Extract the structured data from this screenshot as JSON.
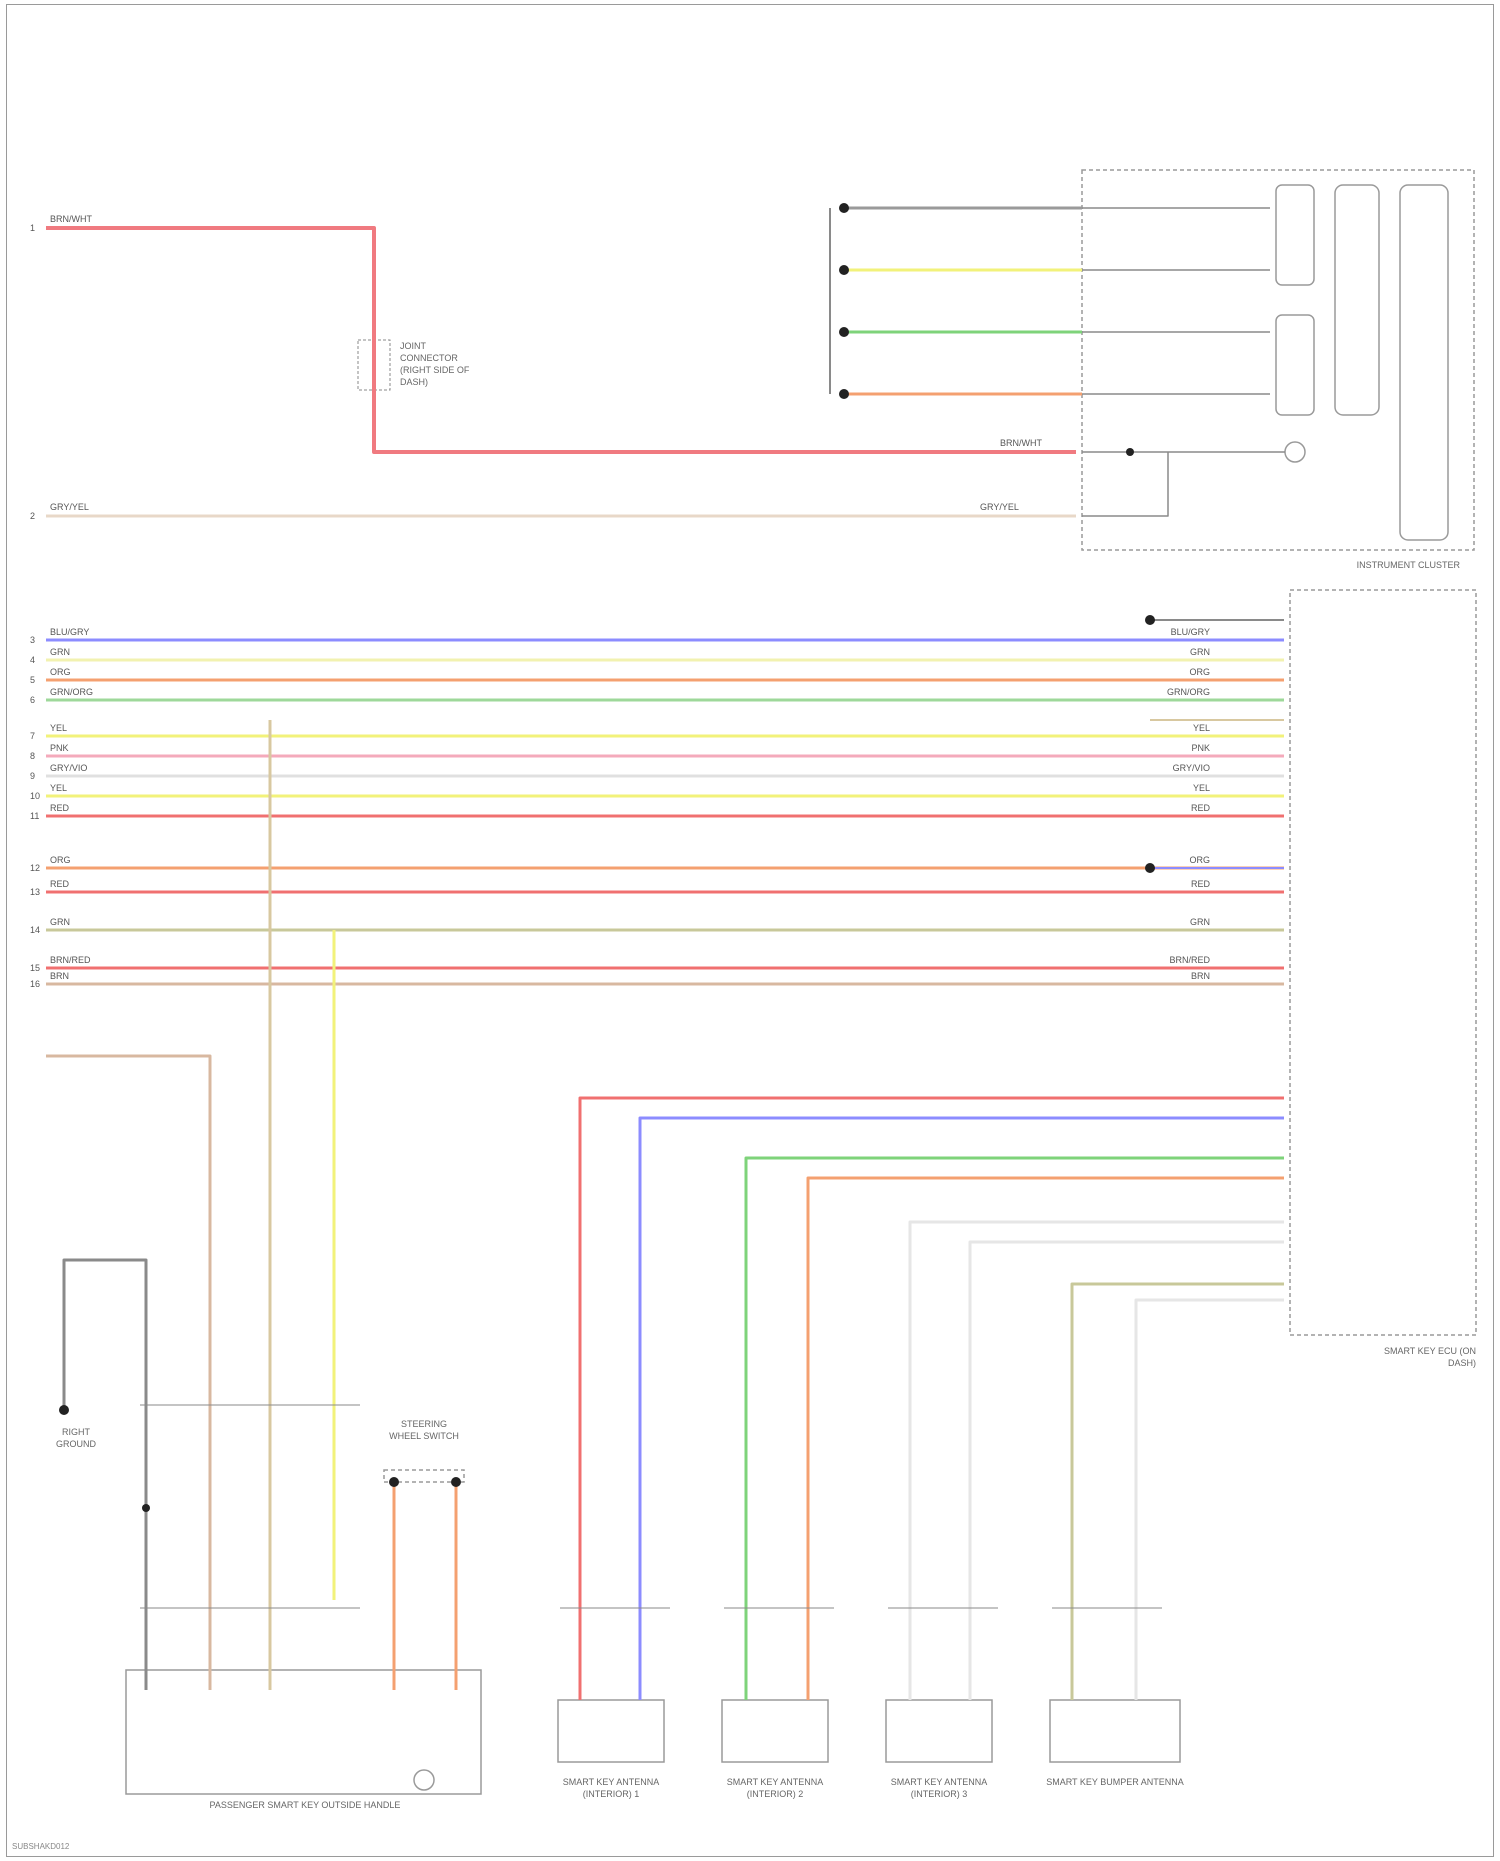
{
  "diagram": {
    "left_pins": [
      "1",
      "2",
      "3",
      "4",
      "5",
      "6",
      "7",
      "8",
      "9",
      "10",
      "11",
      "12",
      "13",
      "14",
      "15",
      "16"
    ],
    "top_wires": [
      {
        "pin": "1",
        "color": "BRN/WHT",
        "hex": "#f07a80"
      },
      {
        "pin": "2",
        "color": "GRY/YEL",
        "hex": "#e8d8c8"
      }
    ],
    "bus_wires": [
      {
        "pin": "3",
        "color": "BLU/GRY",
        "hex": "#8c8cff"
      },
      {
        "pin": "4",
        "color": "GRN",
        "hex": "#f2f2b0"
      },
      {
        "pin": "5",
        "color": "ORG",
        "hex": "#f4a070"
      },
      {
        "pin": "6",
        "color": "GRN/ORG",
        "hex": "#9ed89a"
      },
      {
        "pin": "7",
        "color": "YEL",
        "hex": "#f2f27a"
      },
      {
        "pin": "8",
        "color": "PNK",
        "hex": "#f4aabb"
      },
      {
        "pin": "9",
        "color": "GRY/VIO",
        "hex": "#e0e0e0"
      },
      {
        "pin": "10",
        "color": "YEL",
        "hex": "#f2f27a"
      },
      {
        "pin": "11",
        "color": "RED",
        "hex": "#f07070"
      },
      {
        "pin": "12",
        "color": "ORG",
        "hex": "#f4a070"
      },
      {
        "pin": "13",
        "color": "RED",
        "hex": "#f07070"
      },
      {
        "pin": "14",
        "color": "GRN",
        "hex": "#c8c89a"
      },
      {
        "pin": "15",
        "color": "BRN/RED",
        "hex": "#f07070"
      },
      {
        "pin": "16",
        "color": "BRN",
        "hex": "#d8b8a0"
      }
    ],
    "connector_labels": {
      "inline_connector": "JOINT CONNECTOR (RIGHT SIDE OF DASH)",
      "steering_switch": "STEERING WHEEL SWITCH",
      "instrument_cluster": "INSTRUMENT CLUSTER",
      "control_module": "SMART KEY ECU (ON DASH)",
      "right_ground": "RIGHT GROUND",
      "passenger_module": "PASSENGER SMART KEY OUTSIDE HANDLE",
      "antenna_1": "SMART KEY ANTENNA (INTERIOR) 1",
      "antenna_2": "SMART KEY ANTENNA (INTERIOR) 2",
      "antenna_3": "SMART KEY ANTENNA (INTERIOR) 3",
      "antenna_4": "SMART KEY BUMPER ANTENNA"
    },
    "footer": "SUBSHAKD012"
  },
  "colors": {
    "frame": "#9a9a9a",
    "wire_gray": "#8a8a8a",
    "dot": "#222222"
  }
}
